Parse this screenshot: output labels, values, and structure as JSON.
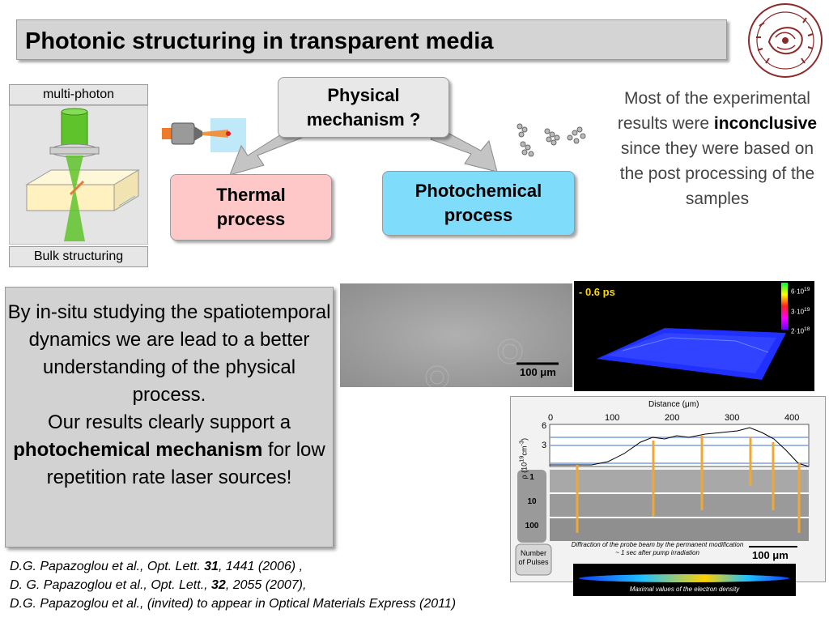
{
  "title": "Photonic structuring in transparent media",
  "illustration": {
    "top_label": "multi-photon",
    "bottom_label": "Bulk structuring"
  },
  "diagram": {
    "physical_line1": "Physical",
    "physical_line2": "mechanism ?",
    "thermal_line1": "Thermal",
    "thermal_line2": "process",
    "photo_line1": "Photochemical",
    "photo_line2": "process"
  },
  "conclusion": {
    "before": "Most of the experimental results were",
    "bold": "inconclusive",
    "after": "since they were based on the post processing of the samples"
  },
  "insitu": {
    "text1": "By in-situ studying the spatiotemporal dynamics we are lead to a better understanding of the physical process.",
    "text2": "Our results clearly support a",
    "bold": "photochemical mechanism",
    "text3": "for low repetition rate laser sources!"
  },
  "micrograph": {
    "scale": "100 μm"
  },
  "density_plot": {
    "time": "- 0.6 ps",
    "colorbar": [
      {
        "mant": "6·10",
        "exp": "19"
      },
      {
        "mant": "3·10",
        "exp": "19"
      },
      {
        "mant": "2·10",
        "exp": "18"
      }
    ]
  },
  "profile": {
    "x_label": "Distance (μm)",
    "x_ticks": [
      "0",
      "100",
      "200",
      "300",
      "400"
    ],
    "y_label_1": "ρ (10",
    "y_label_exp": "19",
    "y_label_2": "cm",
    "y_label_exp2": "-3",
    "y_label_3": ")",
    "y_ticks": [
      "6",
      "3"
    ],
    "pulse_labels": [
      "1",
      "10",
      "100"
    ],
    "pulses_caption_1": "Number",
    "pulses_caption_2": "of Pulses",
    "caption_1": "Diffraction of the probe beam by the permanent modification",
    "caption_2": "~ 1 sec after pump irradiation",
    "scale": "100 μm",
    "strip_caption": "Maximal values of the electron density"
  },
  "references": [
    {
      "pre": "D.G. Papazoglou et al., Opt. Lett. ",
      "vol": "31",
      "post": ", 1441 (2006) ,"
    },
    {
      "pre": "D. G. Papazoglou et al., Opt. Lett., ",
      "vol": "32",
      "post": ", 2055 (2007),"
    },
    {
      "pre": "D.G. Papazoglou et al., (invited) to appear in Optical Materials Express (2011)",
      "vol": "",
      "post": ""
    }
  ]
}
